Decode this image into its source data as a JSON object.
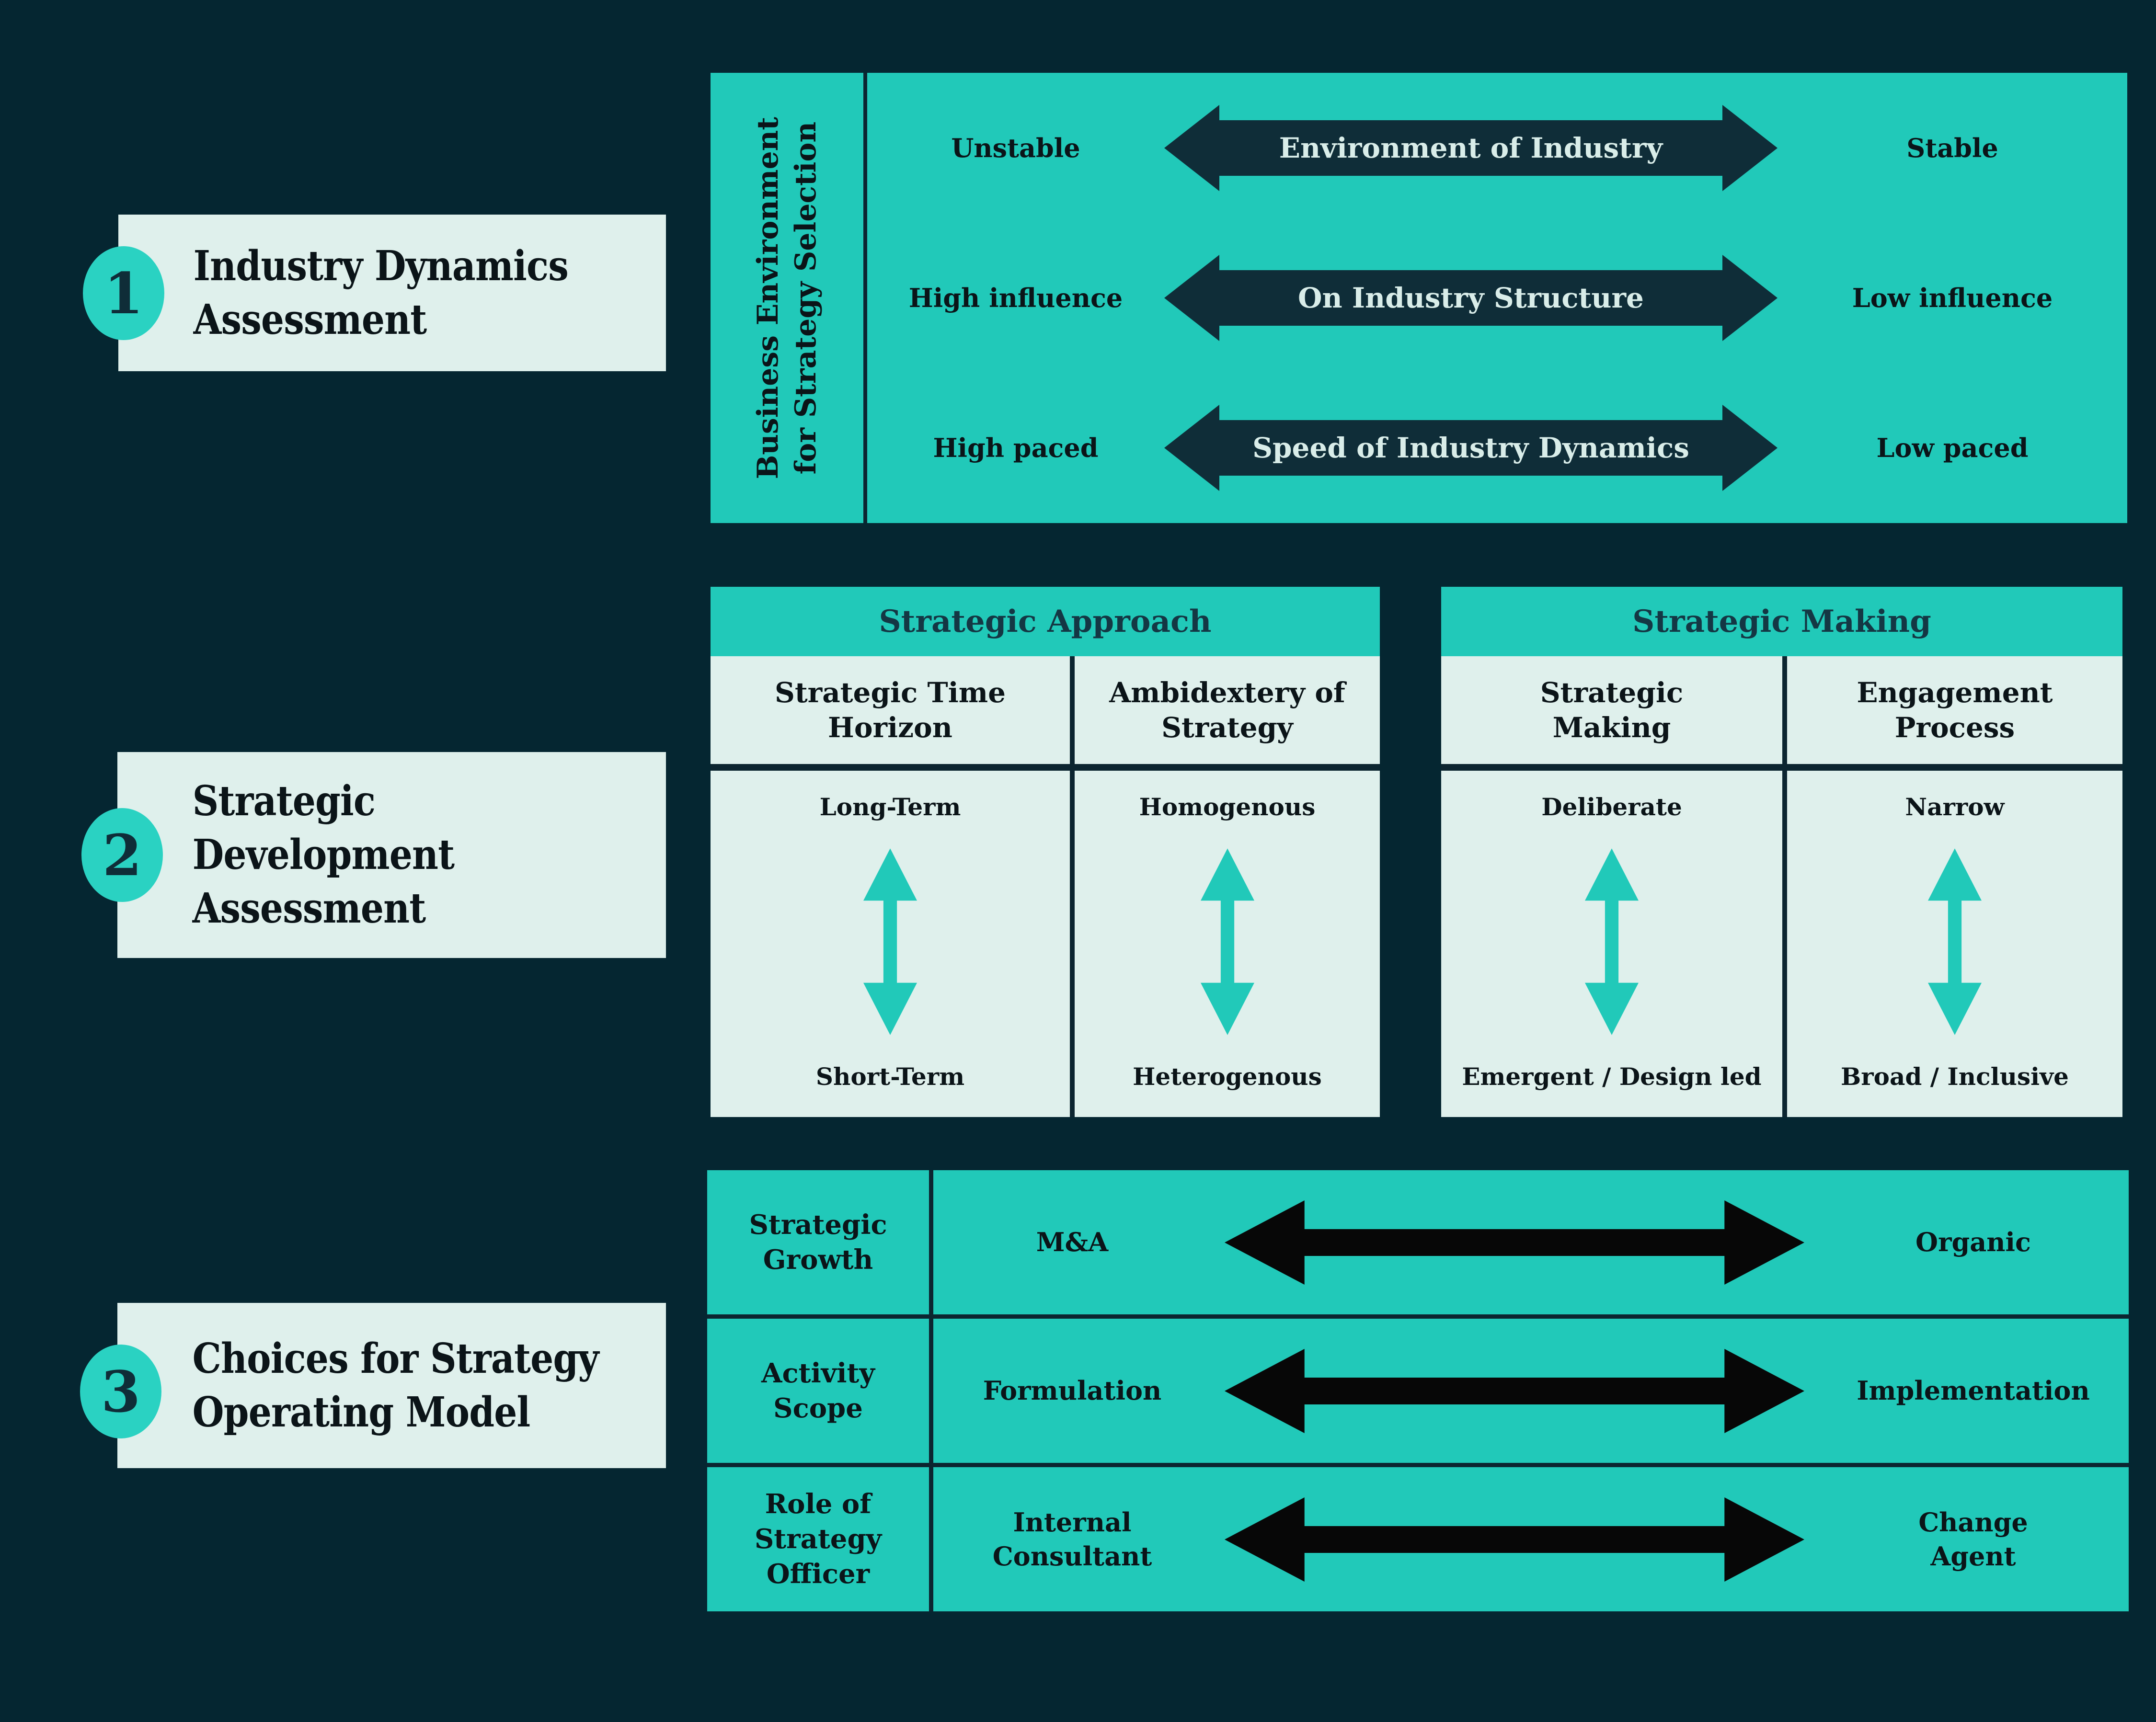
{
  "colors": {
    "bg": "#052631",
    "teal": "#21c9b9",
    "teal_bright": "#2ad2c2",
    "light": "#dff0ec",
    "navy": "#0f2d38",
    "text_navy": "#143744",
    "text_dark": "#0b1418",
    "text_light": "#d9ede9",
    "black": "#070707",
    "line": "#0c2530"
  },
  "sections": [
    {
      "number": "1",
      "title": "Industry Dynamics\nAssessment"
    },
    {
      "number": "2",
      "title": "Strategic\nDevelopment\nAssessment"
    },
    {
      "number": "3",
      "title": "Choices for Strategy\nOperating Model"
    }
  ],
  "industry_panel": {
    "side_label": "Business Environment\nfor Strategy Selection",
    "rows": [
      {
        "left": "Unstable",
        "center": "Environment of Industry",
        "right": "Stable"
      },
      {
        "left": "High influence",
        "center": "On Industry Structure",
        "right": "Low influence"
      },
      {
        "left": "High paced",
        "center": "Speed of Industry Dynamics",
        "right": "Low paced"
      }
    ]
  },
  "assessment_tables": [
    {
      "title": "Strategic Approach",
      "columns": [
        {
          "header": "Strategic Time\nHorizon",
          "top": "Long-Term",
          "bottom": "Short-Term"
        },
        {
          "header": "Ambidextery of\nStrategy",
          "top": "Homogenous",
          "bottom": "Heterogenous"
        }
      ]
    },
    {
      "title": "Strategic Making",
      "columns": [
        {
          "header": "Strategic\nMaking",
          "top": "Deliberate",
          "bottom": "Emergent / Design led"
        },
        {
          "header": "Engagement\nProcess",
          "top": "Narrow",
          "bottom": "Broad / Inclusive"
        }
      ]
    }
  ],
  "choices_table": {
    "rows": [
      {
        "label": "Strategic\nGrowth",
        "left": "M&A",
        "right": "Organic"
      },
      {
        "label": "Activity\nScope",
        "left": "Formulation",
        "right": "Implementation"
      },
      {
        "label": "Role of\nStrategy\nOfficer",
        "left": "Internal\nConsultant",
        "right": "Change\nAgent"
      }
    ]
  }
}
